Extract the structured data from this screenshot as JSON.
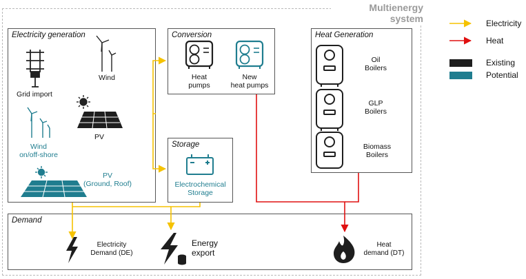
{
  "system_title": "Multienergy system",
  "legend": {
    "electricity": "Electricity",
    "heat": "Heat",
    "existing": "Existing",
    "potential": "Potential"
  },
  "colors": {
    "electricity": "#f5c200",
    "heat": "#e01010",
    "existing": "#1e1e1e",
    "potential": "#1f7d8f"
  },
  "generation": {
    "title": "Electricity generation",
    "grid_import": "Grid import",
    "wind": "Wind",
    "pv": "PV",
    "wind_offshore_1": "Wind",
    "wind_offshore_2": "on/off-shore",
    "pv_ground_1": "PV",
    "pv_ground_2": "(Ground, Roof)"
  },
  "conversion": {
    "title": "Conversion",
    "heat_pumps_1": "Heat",
    "heat_pumps_2": "pumps",
    "new_heat_pumps_1": "New",
    "new_heat_pumps_2": "heat pumps"
  },
  "storage": {
    "title": "Storage",
    "label_1": "Electrochemical",
    "label_2": "Storage"
  },
  "heat_generation": {
    "title": "Heat Generation",
    "oil_1": "Oil",
    "oil_2": "Boilers",
    "glp_1": "GLP",
    "glp_2": "Boilers",
    "biomass_1": "Biomass",
    "biomass_2": "Boilers"
  },
  "demand": {
    "title": "Demand",
    "electricity_1": "Electricity",
    "electricity_2": "Demand (DE)",
    "export_1": "Energy",
    "export_2": "export",
    "heat_1": "Heat",
    "heat_2": "demand (DT)"
  }
}
